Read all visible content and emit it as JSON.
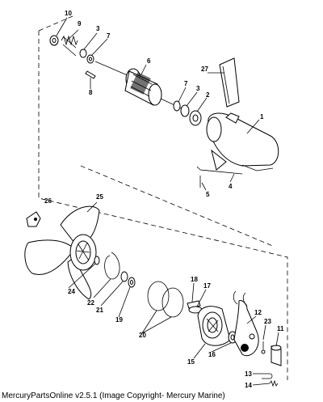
{
  "diagram": {
    "callouts": [
      "10",
      "9",
      "3",
      "7",
      "6",
      "27",
      "8",
      "7",
      "3",
      "2",
      "1",
      "4",
      "5",
      "26",
      "25",
      "18",
      "17",
      "24",
      "22",
      "21",
      "19",
      "20",
      "12",
      "23",
      "11",
      "15",
      "16",
      "13",
      "14"
    ]
  },
  "footer": {
    "text": "MercuryPartsOnline v2.5.1 (Image Copyright- Mercury Marine)"
  }
}
